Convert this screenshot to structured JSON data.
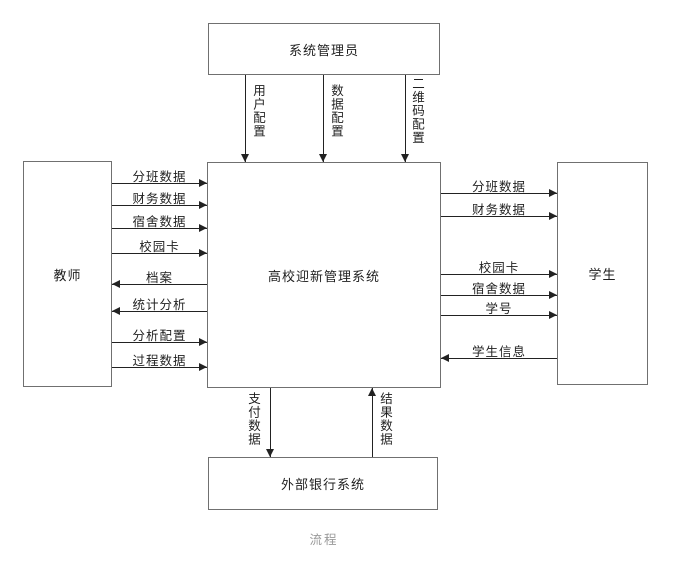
{
  "caption": "流程",
  "colors": {
    "background": "#ffffff",
    "box_border": "#707070",
    "arrow_line": "#222222",
    "text": "#1f1f1f",
    "caption_text": "#9a9a9a"
  },
  "nodes": {
    "admin": {
      "label": "系统管理员"
    },
    "system": {
      "label": "高校迎新管理系统"
    },
    "teacher": {
      "label": "教师"
    },
    "student": {
      "label": "学生"
    },
    "bank": {
      "label": "外部银行系统"
    }
  },
  "flows": {
    "admin_to_system": [
      {
        "label": "用户配置",
        "direction": "admin-to-system"
      },
      {
        "label": "数据配置",
        "direction": "admin-to-system"
      },
      {
        "label": "二维码配置",
        "direction": "admin-to-system"
      }
    ],
    "teacher_system": [
      {
        "label": "分班数据",
        "direction": "teacher-to-system"
      },
      {
        "label": "财务数据",
        "direction": "teacher-to-system"
      },
      {
        "label": "宿舍数据",
        "direction": "teacher-to-system"
      },
      {
        "label": "校园卡",
        "direction": "teacher-to-system"
      },
      {
        "label": "档案",
        "direction": "system-to-teacher"
      },
      {
        "label": "统计分析",
        "direction": "system-to-teacher"
      },
      {
        "label": "分析配置",
        "direction": "teacher-to-system"
      },
      {
        "label": "过程数据",
        "direction": "teacher-to-system"
      }
    ],
    "system_student": [
      {
        "label": "分班数据",
        "direction": "system-to-student"
      },
      {
        "label": "财务数据",
        "direction": "system-to-student"
      },
      {
        "label": "校园卡",
        "direction": "system-to-student"
      },
      {
        "label": "宿舍数据",
        "direction": "system-to-student"
      },
      {
        "label": "学号",
        "direction": "system-to-student"
      },
      {
        "label": "学生信息",
        "direction": "student-to-system"
      }
    ],
    "system_bank": [
      {
        "label": "支付数据",
        "direction": "system-to-bank"
      },
      {
        "label": "结果数据",
        "direction": "bank-to-system"
      }
    ]
  }
}
